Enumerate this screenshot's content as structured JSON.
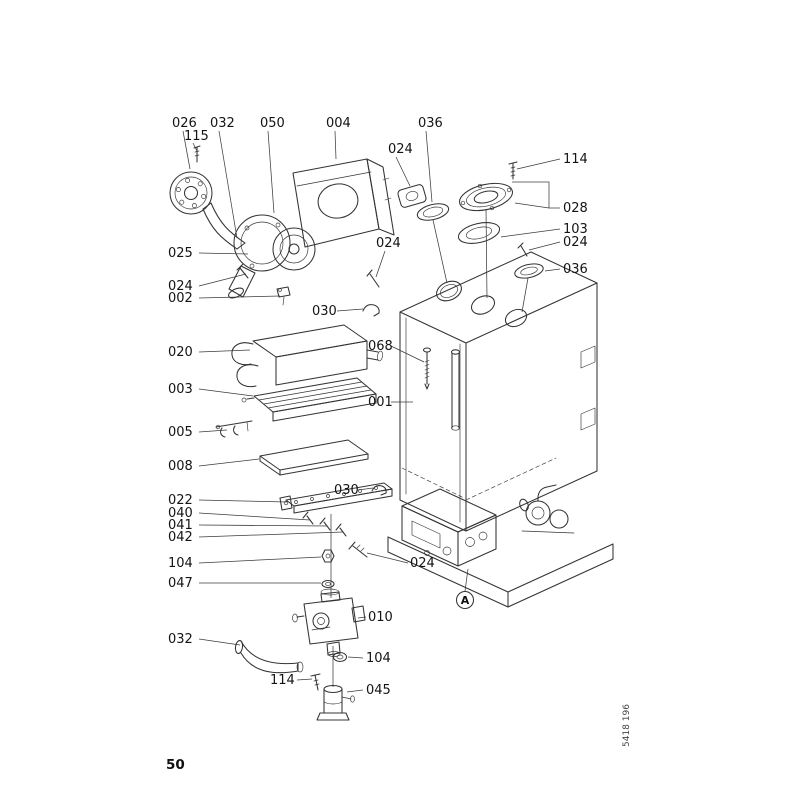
{
  "page": {
    "number": "50",
    "doc_code": "5418 196"
  },
  "labels": {
    "l026": "026",
    "l115": "115",
    "l032_top": "032",
    "l050": "050",
    "l004": "004",
    "l036_top": "036",
    "l024_top": "024",
    "l114_right": "114",
    "l028": "028",
    "l103": "103",
    "l024_right": "024",
    "l036_right": "036",
    "l025": "025",
    "l024_left": "024",
    "l002": "002",
    "l024_mid": "024",
    "l030_upper": "030",
    "l020": "020",
    "l068": "068",
    "l003": "003",
    "l001": "001",
    "l005": "005",
    "l008": "008",
    "l022": "022",
    "l040": "040",
    "l041": "041",
    "l042": "042",
    "l030_lower": "030",
    "l104_upper": "104",
    "l024_lower": "024",
    "l047": "047",
    "l010": "010",
    "l032_bottom": "032",
    "l104_lower": "104",
    "l114_bottom": "114",
    "l045": "045",
    "detail_marker": "A"
  }
}
